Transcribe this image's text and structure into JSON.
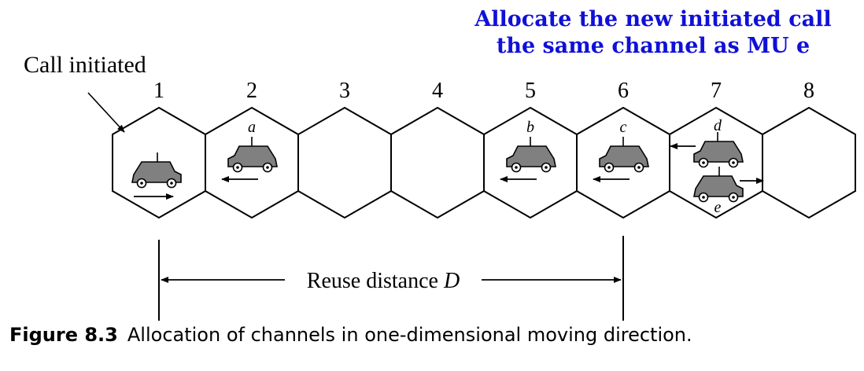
{
  "callout": {
    "line1": "Allocate the new initiated call",
    "line2": "the same channel as MU e",
    "color": "#1010d8"
  },
  "call_label": "Call initiated",
  "cells": [
    {
      "number": "1",
      "car": {
        "letter": "",
        "direction": "right"
      }
    },
    {
      "number": "2",
      "car": {
        "letter": "a",
        "direction": "left"
      }
    },
    {
      "number": "3",
      "car": null
    },
    {
      "number": "4",
      "car": null
    },
    {
      "number": "5",
      "car": {
        "letter": "b",
        "direction": "left"
      }
    },
    {
      "number": "6",
      "car": {
        "letter": "c",
        "direction": "left"
      }
    },
    {
      "number": "7",
      "cars": [
        {
          "letter": "d",
          "direction": "left"
        },
        {
          "letter": "e",
          "direction": "right"
        }
      ]
    },
    {
      "number": "8",
      "car": null
    }
  ],
  "reuse": {
    "text": "Reuse distance ",
    "symbol": "D"
  },
  "caption": {
    "number": "Figure 8.3",
    "text": "Allocation of channels in one-dimensional moving direction."
  },
  "car_color": "#808080"
}
